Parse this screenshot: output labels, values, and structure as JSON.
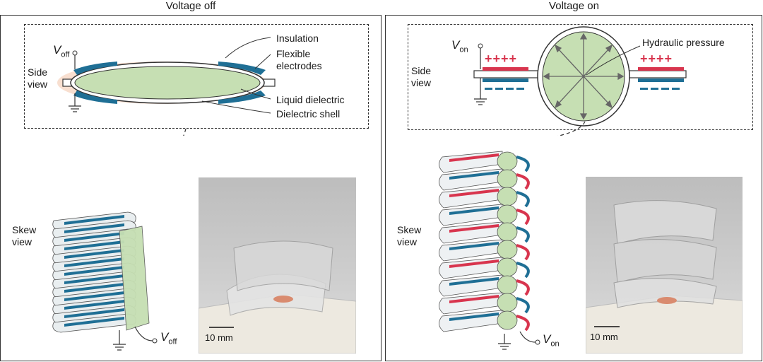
{
  "left_title": "Voltage off",
  "right_title": "Voltage on",
  "left": {
    "side_view": "Side\nview",
    "skew_view": "Skew\nview",
    "v_symbol": "V",
    "v_sub": "off",
    "callouts": {
      "insulation": "Insulation",
      "flexible_electrodes": "Flexible\nelectrodes",
      "liquid_dielectric": "Liquid dielectric",
      "dielectric_shell": "Dielectric shell"
    },
    "scale_bar": "10 mm"
  },
  "right": {
    "side_view": "Side\nview",
    "skew_view": "Skew\nview",
    "v_symbol": "V",
    "v_sub": "on",
    "callouts": {
      "hydraulic_pressure": "Hydraulic pressure"
    },
    "plus_signs": "++++",
    "scale_bar": "10 mm"
  },
  "colors": {
    "electrode_blue": "#1f6f95",
    "electrode_red": "#d8354e",
    "liquid_green": "#c6dfb3",
    "insulation_pink": "#f7d9c8",
    "photo_gray": "#c7c7c7"
  }
}
